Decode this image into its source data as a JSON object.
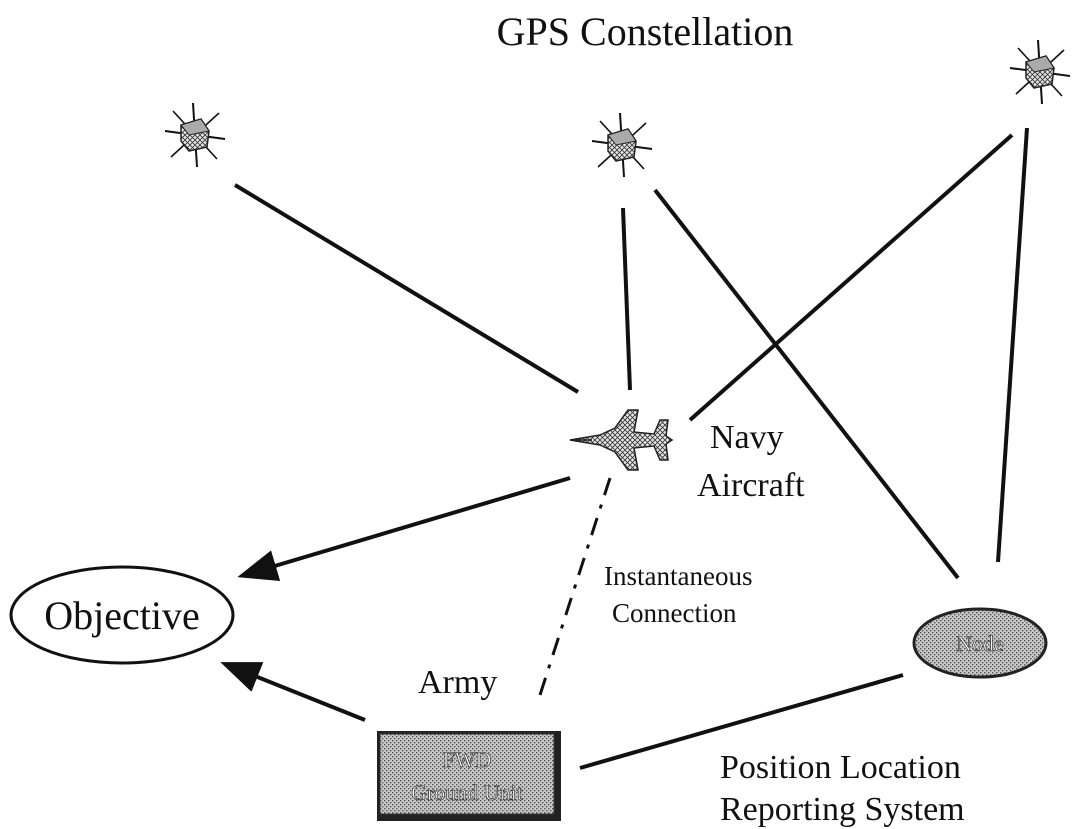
{
  "title": "GPS Constellation",
  "labels": {
    "navy": "Navy",
    "aircraft": "Aircraft",
    "instantaneous": "Instantaneous",
    "connection": "Connection",
    "army": "Army",
    "position_location": "Position Location",
    "reporting_system": "Reporting System"
  },
  "nodes": {
    "objective": "Objective",
    "node": "Node",
    "fwd": "FWD",
    "ground_unit": "Ground Unit"
  },
  "icons": {
    "satellite": "satellite-icon",
    "aircraft": "fighter-jet-icon"
  },
  "colors": {
    "line": "#111111",
    "node_fill": "#b8b8b8",
    "box_fill": "#a8a8a8"
  }
}
